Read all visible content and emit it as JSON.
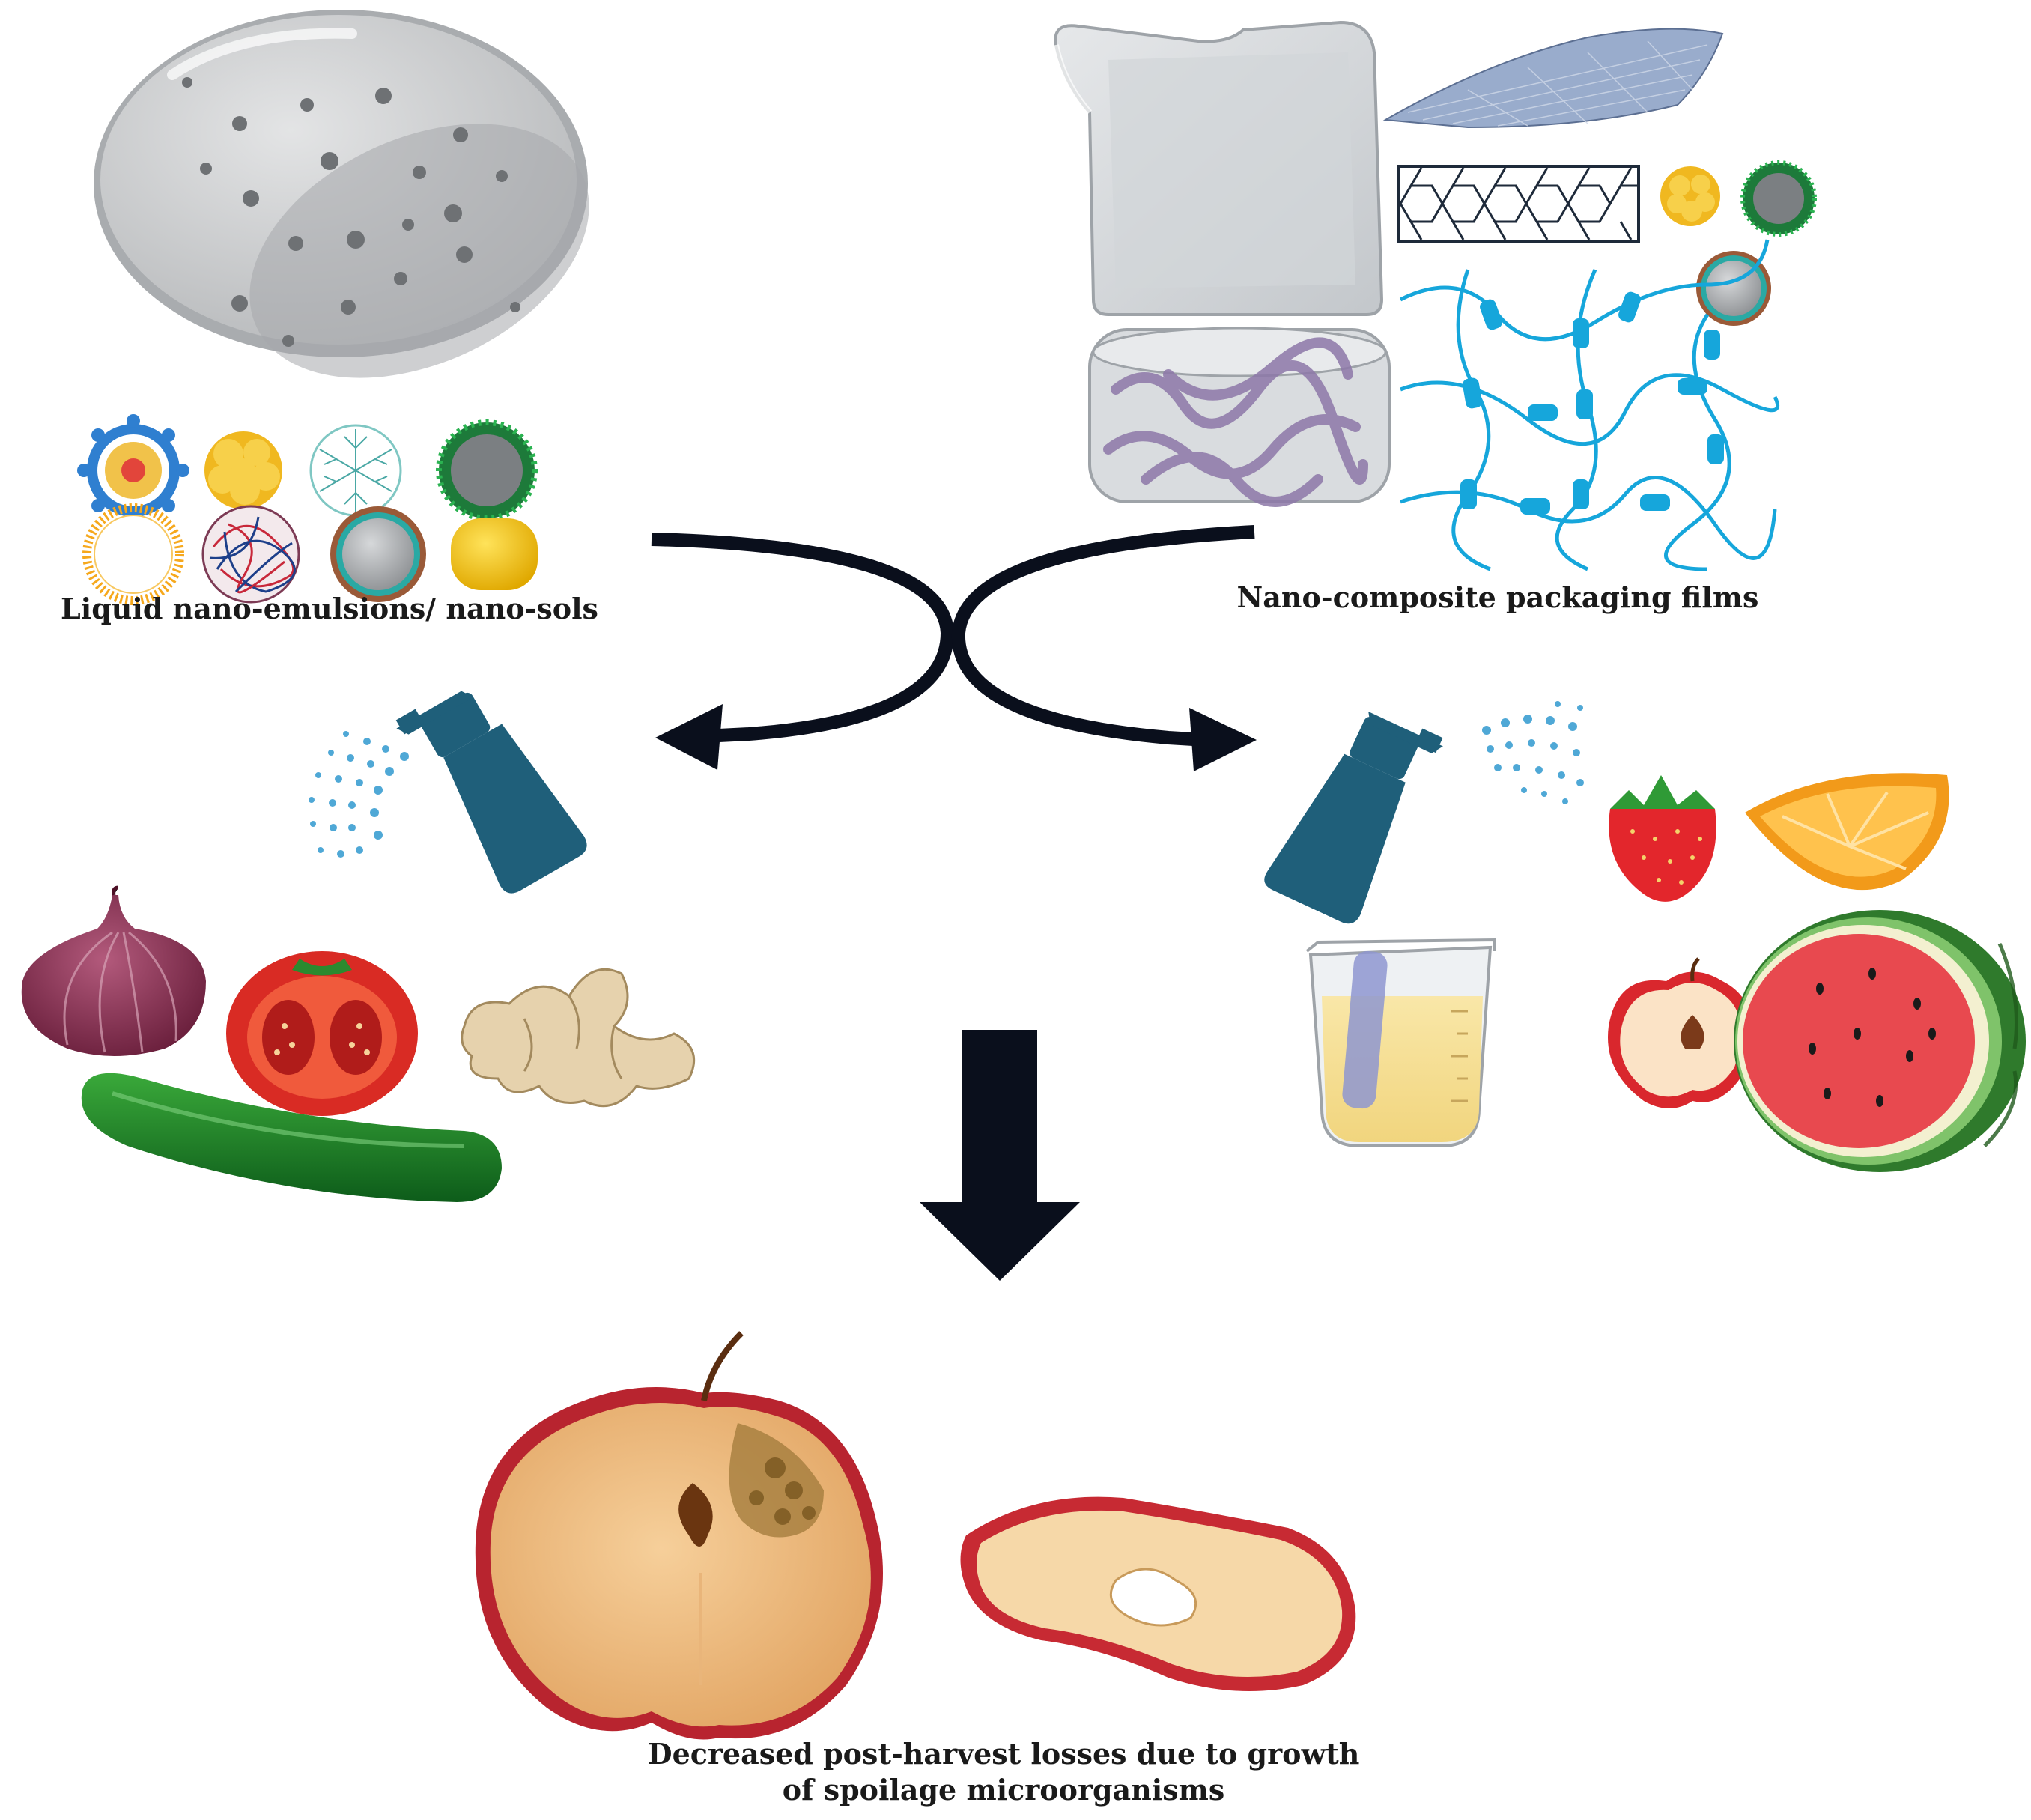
{
  "captions": {
    "nano_emulsions": "Liquid nano-emulsions/ nano-sols",
    "packaging_films": "Nano-composite packaging films",
    "outcome_line1": "Decreased post-harvest losses due to growth",
    "outcome_line2": "of spoilage microorganisms"
  },
  "icons": [
    "petri-dish-icon",
    "nanoparticle-icon",
    "plastic-bag-icon",
    "graphene-sheet-icon",
    "nanotube-icon",
    "polymer-network-icon",
    "spray-bottle-icon",
    "onion-icon",
    "tomato-icon",
    "ginger-icon",
    "cucumber-icon",
    "strawberry-icon",
    "orange-icon",
    "beaker-icon",
    "apple-icon",
    "watermelon-icon",
    "rotten-apple-icon",
    "dried-apple-icon"
  ],
  "colors": {
    "arrow": "#0a0f1c",
    "spray_bottle": "#1f5f7a",
    "spray_droplets": "#4fa8d6",
    "polymer_network": "#16a6db",
    "petri_dish": "#c9cbcd"
  }
}
